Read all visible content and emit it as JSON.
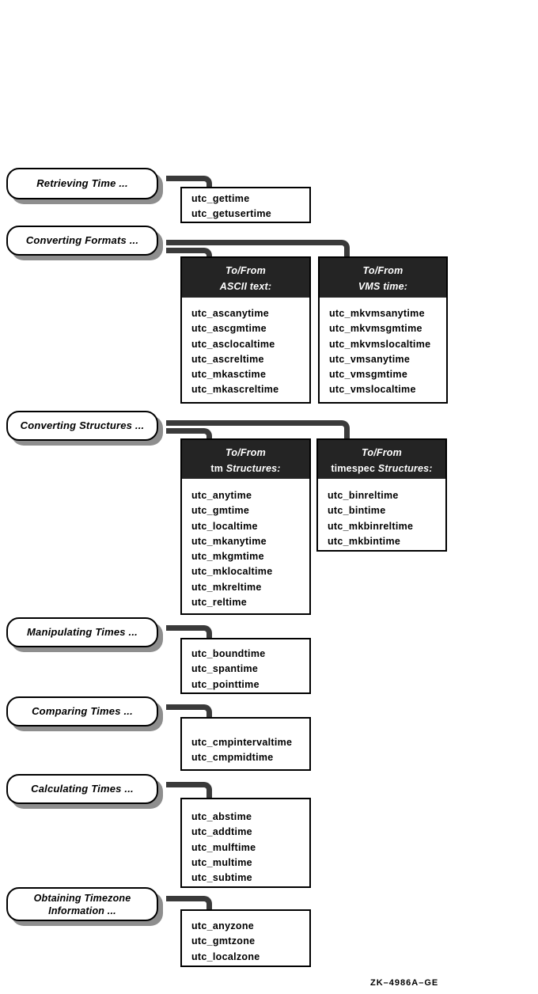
{
  "figure": {
    "footer_label": "ZK–4986A–GE",
    "colors": {
      "connector": "#3a3a3a",
      "header_bg": "#242424",
      "pill_shadow": "#8e8e8e",
      "border": "#000000"
    },
    "groups": [
      {
        "label": "Retrieving Time ...",
        "functions": [
          "utc_gettime",
          "utc_getusertime"
        ]
      },
      {
        "label": "Converting Formats ...",
        "columns": [
          {
            "header": {
              "line1": "To/From",
              "line2_plain": "",
              "line2_italic": "ASCII text:"
            },
            "functions": [
              "utc_ascanytime",
              "utc_ascgmtime",
              "utc_asclocaltime",
              "utc_ascreltime",
              "utc_mkasctime",
              "utc_mkascreltime"
            ]
          },
          {
            "header": {
              "line1": "To/From",
              "line2_plain": "",
              "line2_italic": "VMS time:"
            },
            "functions": [
              "utc_mkvmsanytime",
              "utc_mkvmsgmtime",
              "utc_mkvmslocaltime",
              "utc_vmsanytime",
              "utc_vmsgmtime",
              "utc_vmslocaltime"
            ]
          }
        ]
      },
      {
        "label": "Converting Structures ...",
        "columns": [
          {
            "header": {
              "line1": "To/From",
              "line2_plain": "tm ",
              "line2_italic": "Structures:"
            },
            "functions": [
              "utc_anytime",
              "utc_gmtime",
              "utc_localtime",
              "utc_mkanytime",
              "utc_mkgmtime",
              "utc_mklocaltime",
              "utc_mkreltime",
              "utc_reltime"
            ]
          },
          {
            "header": {
              "line1": "To/From",
              "line2_plain": "timespec ",
              "line2_italic": "Structures:"
            },
            "functions": [
              "utc_binreltime",
              "utc_bintime",
              "utc_mkbinreltime",
              "utc_mkbintime"
            ]
          }
        ]
      },
      {
        "label": "Manipulating Times ...",
        "functions": [
          "utc_boundtime",
          "utc_spantime",
          "utc_pointtime"
        ]
      },
      {
        "label": "Comparing Times ...",
        "functions": [
          "utc_cmpintervaltime",
          "utc_cmpmidtime"
        ]
      },
      {
        "label": "Calculating Times ...",
        "functions": [
          "utc_abstime",
          "utc_addtime",
          "utc_mulftime",
          "utc_multime",
          "utc_subtime"
        ]
      },
      {
        "label_lines": [
          "Obtaining Timezone",
          "Information ..."
        ],
        "functions": [
          "utc_anyzone",
          "utc_gmtzone",
          "utc_localzone"
        ]
      }
    ]
  }
}
